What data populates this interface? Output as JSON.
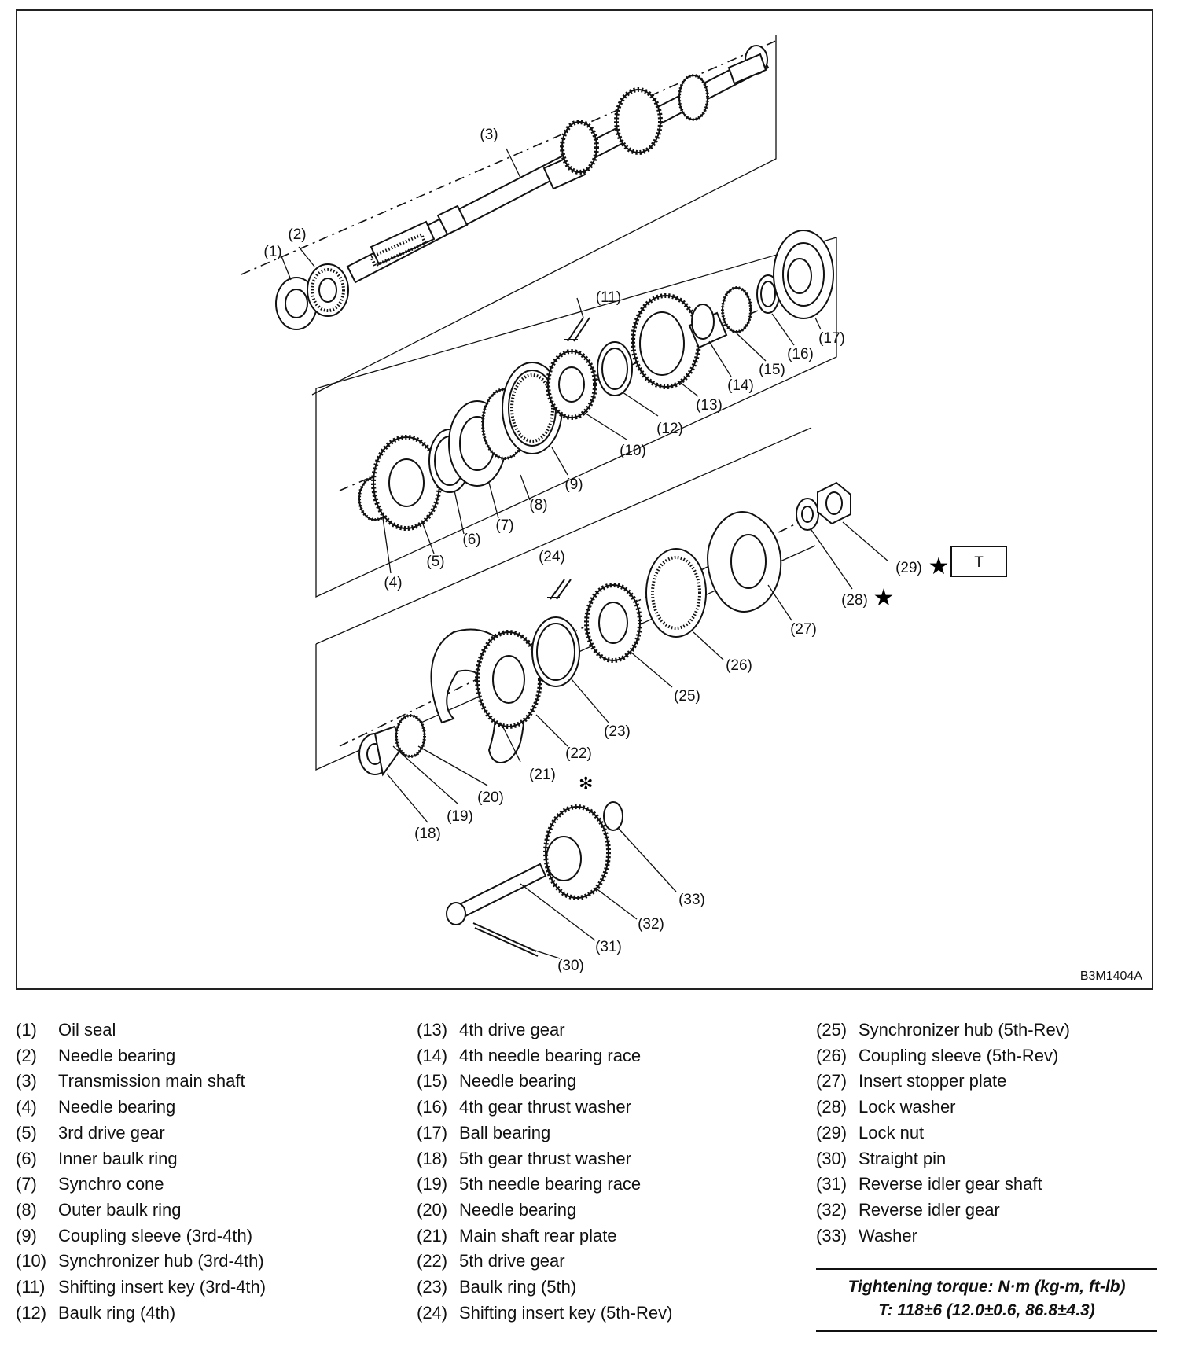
{
  "figure": {
    "code": "B3M1404A",
    "torque_box_label": "T",
    "callouts": [
      "(1)",
      "(2)",
      "(3)",
      "(4)",
      "(5)",
      "(6)",
      "(7)",
      "(8)",
      "(9)",
      "(10)",
      "(11)",
      "(12)",
      "(13)",
      "(14)",
      "(15)",
      "(16)",
      "(17)",
      "(18)",
      "(19)",
      "(20)",
      "(21)",
      "(22)",
      "(23)",
      "(24)",
      "(25)",
      "(26)",
      "(27)",
      "(28)",
      "(29)",
      "(30)",
      "(31)",
      "(32)",
      "(33)"
    ]
  },
  "legend": {
    "col1": [
      {
        "num": "(1)",
        "label": "Oil seal"
      },
      {
        "num": "(2)",
        "label": "Needle bearing"
      },
      {
        "num": "(3)",
        "label": "Transmission main shaft"
      },
      {
        "num": "(4)",
        "label": "Needle bearing"
      },
      {
        "num": "(5)",
        "label": "3rd drive gear"
      },
      {
        "num": "(6)",
        "label": "Inner baulk ring"
      },
      {
        "num": "(7)",
        "label": "Synchro cone"
      },
      {
        "num": "(8)",
        "label": "Outer baulk ring"
      },
      {
        "num": "(9)",
        "label": "Coupling sleeve (3rd-4th)"
      },
      {
        "num": "(10)",
        "label": "Synchronizer hub (3rd-4th)"
      },
      {
        "num": "(11)",
        "label": "Shifting insert key (3rd-4th)"
      },
      {
        "num": "(12)",
        "label": "Baulk ring (4th)"
      }
    ],
    "col2": [
      {
        "num": "(13)",
        "label": "4th drive gear"
      },
      {
        "num": "(14)",
        "label": "4th needle bearing race"
      },
      {
        "num": "(15)",
        "label": "Needle bearing"
      },
      {
        "num": "(16)",
        "label": "4th gear thrust washer"
      },
      {
        "num": "(17)",
        "label": "Ball bearing"
      },
      {
        "num": "(18)",
        "label": "5th gear thrust washer"
      },
      {
        "num": "(19)",
        "label": "5th needle bearing race"
      },
      {
        "num": "(20)",
        "label": "Needle bearing"
      },
      {
        "num": "(21)",
        "label": "Main shaft rear plate"
      },
      {
        "num": "(22)",
        "label": "5th drive gear"
      },
      {
        "num": "(23)",
        "label": "Baulk ring (5th)"
      },
      {
        "num": "(24)",
        "label": "Shifting insert key (5th-Rev)"
      }
    ],
    "col3": [
      {
        "num": "(25)",
        "label": "Synchronizer hub (5th-Rev)"
      },
      {
        "num": "(26)",
        "label": "Coupling sleeve (5th-Rev)"
      },
      {
        "num": "(27)",
        "label": "Insert stopper plate"
      },
      {
        "num": "(28)",
        "label": "Lock washer"
      },
      {
        "num": "(29)",
        "label": "Lock nut"
      },
      {
        "num": "(30)",
        "label": "Straight pin"
      },
      {
        "num": "(31)",
        "label": "Reverse idler gear shaft"
      },
      {
        "num": "(32)",
        "label": "Reverse idler gear"
      },
      {
        "num": "(33)",
        "label": "Washer"
      }
    ]
  },
  "torque": {
    "title": "Tightening torque: N·m (kg-m, ft-lb)",
    "value": "T: 118±6 (12.0±0.6, 86.8±4.3)"
  }
}
